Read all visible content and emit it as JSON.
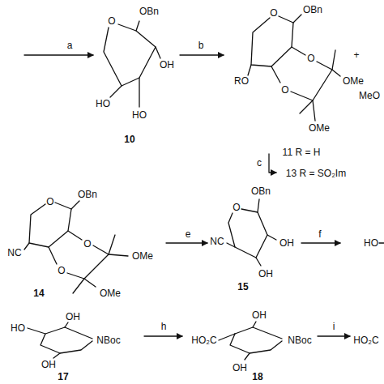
{
  "diagram": {
    "labels": [
      "a",
      "OBn",
      "O",
      "OH",
      "HO",
      "HO",
      "10",
      "b",
      "OBn",
      "O",
      "RO",
      "O",
      "O",
      "OMe",
      "OMe",
      "+",
      "MeO",
      "11 R = H",
      "c",
      "13 R = SO₂Im",
      "OBn",
      "O",
      "NC",
      "O",
      "O",
      "OMe",
      "OMe",
      "14",
      "e",
      "OBn",
      "O",
      "NC",
      "OH",
      "OH",
      "15",
      "f",
      "HO",
      "HO",
      "OH",
      "NBoc",
      "OH",
      "17",
      "h",
      "HO₂C",
      "OH",
      "NBoc",
      "OH",
      "18",
      "i",
      "HO₂C"
    ]
  }
}
